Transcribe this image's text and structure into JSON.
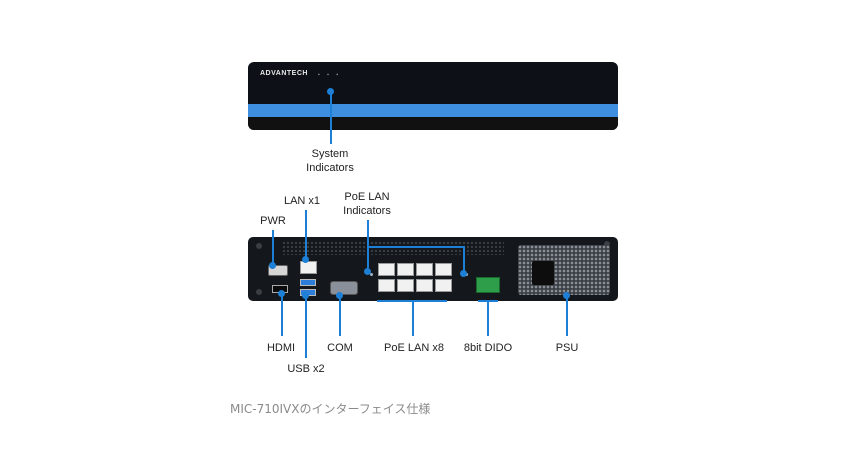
{
  "front_unit": {
    "brand": "ADVANTECH",
    "indicators_label_line1": "System",
    "indicators_label_line2": "Indicators"
  },
  "rear_unit": {
    "labels": {
      "lan": "LAN  x1",
      "poe_ind_line1": "PoE LAN",
      "poe_ind_line2": "Indicators",
      "pwr": "PWR",
      "hdmi": "HDMI",
      "usb": "USB x2",
      "com": "COM",
      "poe_lan": "PoE LAN x8",
      "dido": "8bit DIDO",
      "psu": "PSU"
    }
  },
  "caption": "MIC-710IVXのインターフェイス仕様",
  "colors": {
    "accent": "#1e7fd6",
    "stripe": "#3f8fe0",
    "chassis": "#14171b"
  }
}
